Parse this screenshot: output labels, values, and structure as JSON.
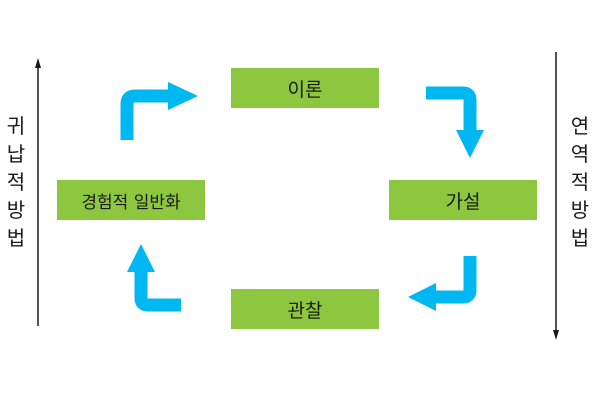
{
  "nodes": {
    "theory": "이론",
    "hypothesis": "가설",
    "observation": "관찰",
    "generalization": "경험적 일반화"
  },
  "side_labels": {
    "inductive": "귀납적 방법",
    "deductive": "연역적 방법"
  },
  "colors": {
    "box_fill": "#8dc63f",
    "arrow": "#00b8f1",
    "line": "#1a1a1a"
  }
}
